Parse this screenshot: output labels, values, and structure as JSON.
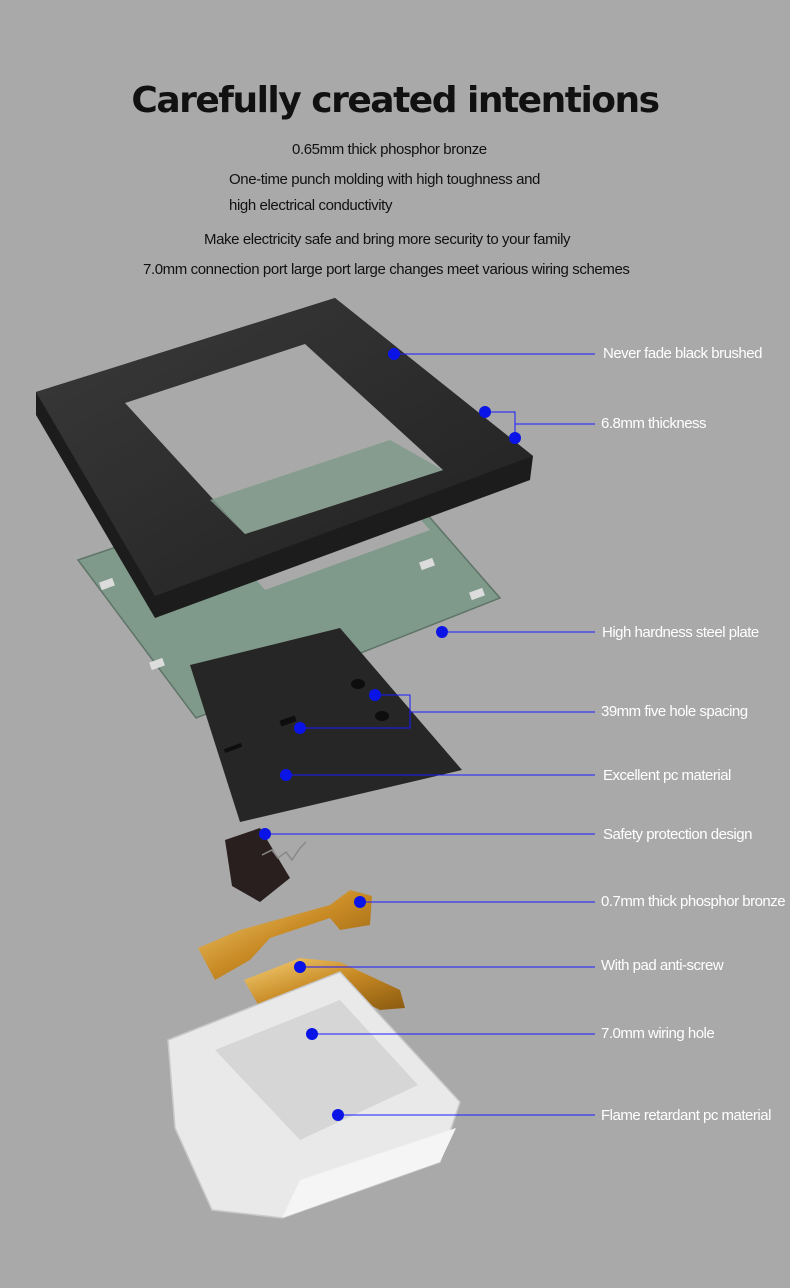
{
  "header": {
    "title": "Carefully created intentions",
    "lines": [
      "0.65mm thick phosphor bronze",
      "One-time punch molding with high toughness and",
      "high electrical conductivity",
      "Make electricity safe and bring more security to your family",
      "7.0mm connection port large port large changes meet various wiring schemes"
    ]
  },
  "callouts": [
    "Never fade black brushed",
    "6.8mm thickness",
    "High hardness steel plate",
    "39mm five hole spacing",
    "Excellent pc material",
    "Safety protection design",
    "0.7mm thick phosphor bronze",
    "With pad anti-screw",
    "7.0mm wiring hole",
    "Flame retardant pc material"
  ],
  "colors": {
    "background": "#a9a9a9",
    "callout_line": "#1a1aff",
    "callout_dot": "#0a14e6",
    "frame": "#2b2b2b",
    "steel_plate": "#7f9a8a",
    "brass": "#d8a23a",
    "housing": "#ececec"
  }
}
